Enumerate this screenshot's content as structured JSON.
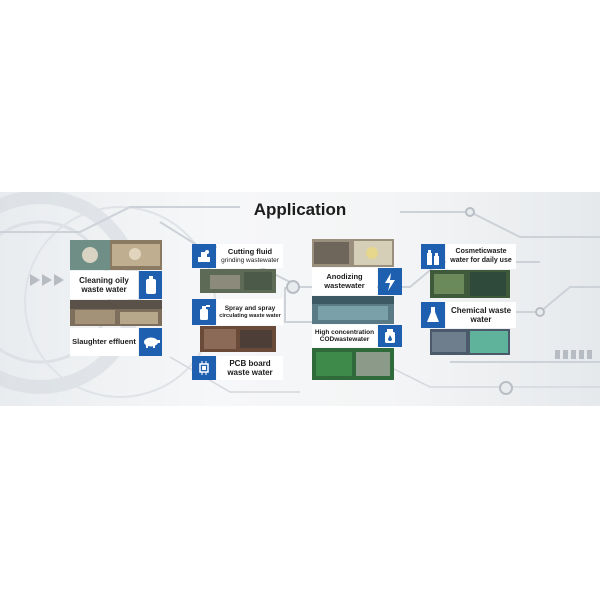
{
  "title": "Application",
  "colors": {
    "accent_blue": "#1f5fb0",
    "circuit_lines": "#c9ced4"
  },
  "items": {
    "cleaning_oily": {
      "line1": "Cleaning oily",
      "line2": "waste water",
      "icon": "oil-bottle-icon"
    },
    "slaughter": {
      "label": "Slaughter effluent",
      "icon": "pig-icon"
    },
    "cutting_fluid": {
      "line1": "Cutting fluid",
      "line2": "grinding wastewater",
      "icon": "grinder-icon"
    },
    "spray": {
      "line1": "Spray and spray",
      "line2": "circulating waste water",
      "icon": "spray-bottle-icon"
    },
    "pcb": {
      "line1": "PCB board",
      "line2": "waste water",
      "icon": "chip-icon"
    },
    "anodizing": {
      "line1": "Anodizing",
      "line2": "wastewater",
      "icon": "lightning-icon"
    },
    "cod": {
      "line1": "High concentration",
      "line2": "CODwastewater",
      "icon": "droplet-icon"
    },
    "cosmetic": {
      "line1": "Cosmeticwaste",
      "line2": "water for daily use",
      "icon": "cosmetics-icon"
    },
    "chemical": {
      "line1": "Chemical waste",
      "line2": "water",
      "icon": "flask-icon"
    }
  }
}
